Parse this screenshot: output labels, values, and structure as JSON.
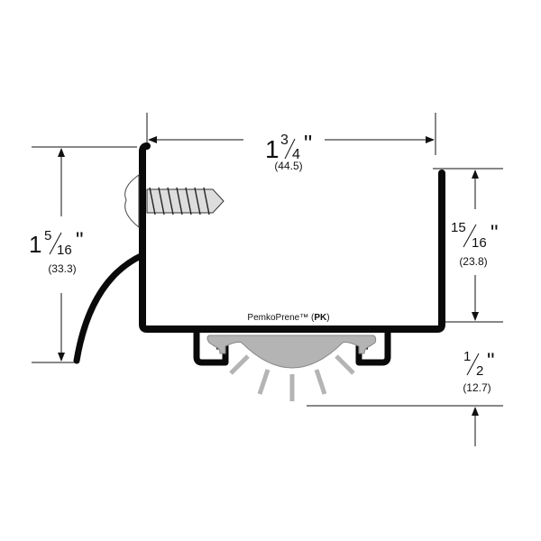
{
  "product_label": {
    "name": "PemkoPrene™",
    "code": "PK"
  },
  "dimensions": {
    "width": {
      "whole": "1",
      "num": "3",
      "den": "4",
      "unit": "\"",
      "mm": "(44.5)"
    },
    "flange_height": {
      "whole": "1",
      "num": "5",
      "den": "16",
      "unit": "\"",
      "mm": "(33.3)"
    },
    "leg_height": {
      "whole": "",
      "num": "15",
      "den": "16",
      "unit": "\"",
      "mm": "(23.8)"
    },
    "seal_depth": {
      "whole": "",
      "num": "1",
      "den": "2",
      "unit": "\"",
      "mm": "(12.7)"
    }
  },
  "colors": {
    "profile": "#0a0a0a",
    "seal": "#b4b4b4",
    "seal_outline": "#888888",
    "dim_line": "#111111"
  }
}
